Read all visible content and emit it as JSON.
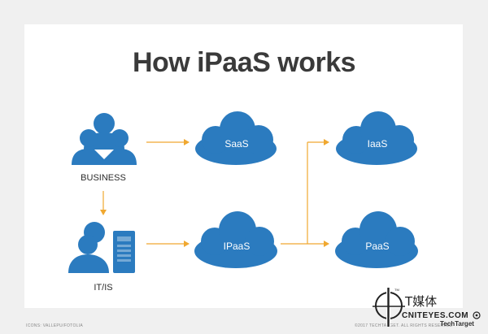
{
  "title": "How iPaaS works",
  "nodes": {
    "business": "BUSINESS",
    "it_is": "IT/IS",
    "saas": "SaaS",
    "ipaas": "IPaaS",
    "iaas": "IaaS",
    "paas": "PaaS"
  },
  "footer": {
    "icons_credit": "ICONS: VALLEPU/FOTOLIA",
    "copyright": "©2017 TECHTARGET. ALL RIGHTS RESERVED"
  },
  "watermark": {
    "tm": "TM",
    "cn": "T媒体",
    "en": "CNITEYES.COM",
    "brand": "TechTarget"
  },
  "colors": {
    "cloud": "#2b7bbf",
    "people": "#2b7bbf",
    "arrow": "#f0a830",
    "server": "#2b7bbf"
  }
}
